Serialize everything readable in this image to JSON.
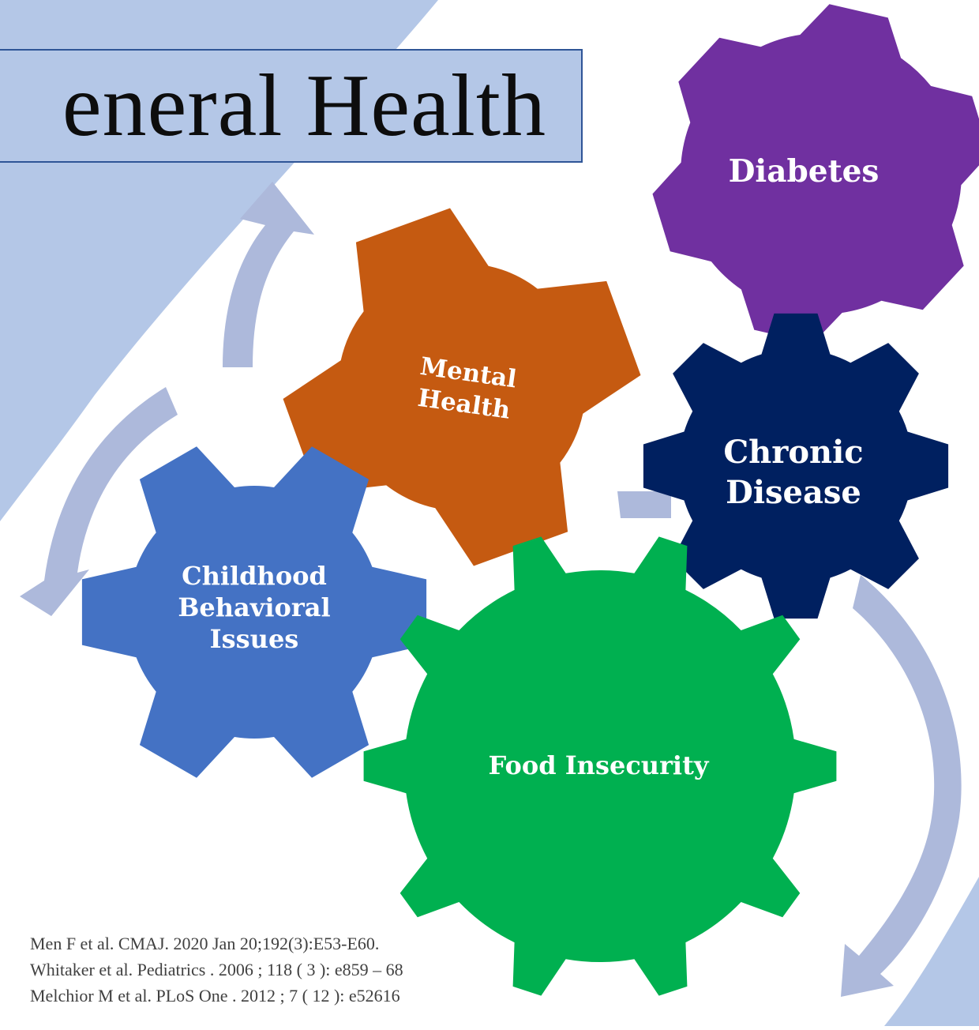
{
  "title": "eneral Health",
  "gears": {
    "diabetes": {
      "label": "Diabetes",
      "color": "#7030a0"
    },
    "mental_health": {
      "line1": "Mental",
      "line2": "Health",
      "color": "#c55a11"
    },
    "chronic_disease": {
      "line1": "Chronic",
      "line2": "Disease",
      "color": "#002060"
    },
    "childhood": {
      "line1": "Childhood",
      "line2": "Behavioral",
      "line3": "Issues",
      "color": "#4472c4"
    },
    "food_insecurity": {
      "label": "Food Insecurity",
      "color": "#00b050"
    }
  },
  "colors": {
    "background_band": "#b4c7e7",
    "arrow": "#adb9db",
    "title_border": "#2f5597"
  },
  "references": [
    "Men F et al. CMAJ. 2020 Jan 20;192(3):E53-E60.",
    "Whitaker et al. Pediatrics . 2006 ; 118 ( 3 ): e859 – 68",
    "Melchior M et al. PLoS One . 2012 ; 7 ( 12 ): e52616"
  ]
}
